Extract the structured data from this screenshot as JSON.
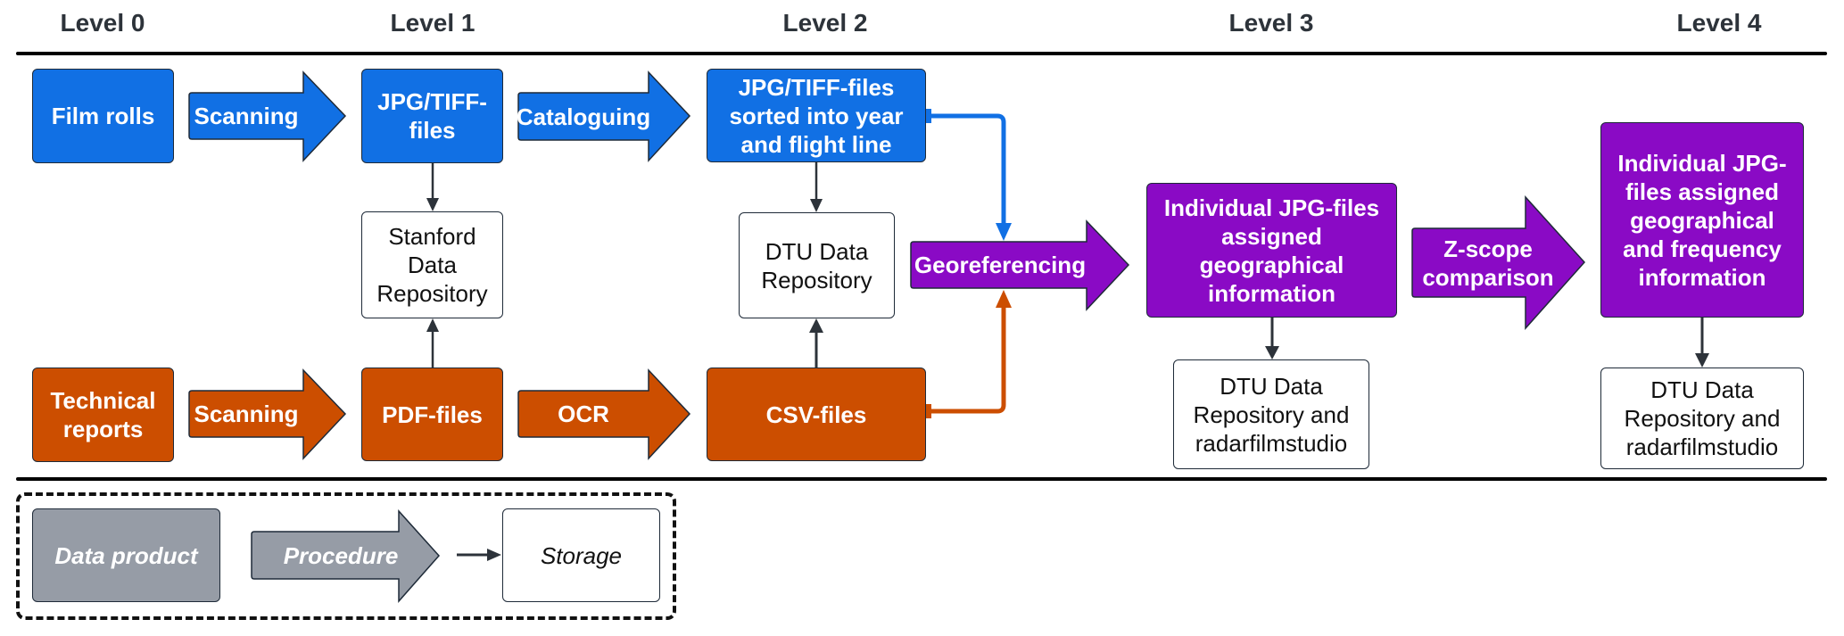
{
  "levels": [
    "Level 0",
    "Level 1",
    "Level 2",
    "Level 3",
    "Level 4"
  ],
  "colors": {
    "image_track": "#1170e4",
    "report_track": "#cc4e00",
    "merged_track": "#8a0ac5",
    "legend_gray": "#969ca6",
    "connector": "#2d333a"
  },
  "image_track": {
    "source": "Film rolls",
    "scan": "Scanning",
    "scanned": "JPG/TIFF-\nfiles",
    "catalogue": "Cataloguing",
    "sorted": "JPG/TIFF-files sorted into year and flight line"
  },
  "report_track": {
    "source": "Technical reports",
    "scan": "Scanning",
    "scanned": "PDF-files",
    "ocr": "OCR",
    "csv": "CSV-files"
  },
  "storage": {
    "stanford": "Stanford Data Repository",
    "dtu_l2": "DTU Data Repository",
    "dtu_l3": "DTU Data Repository and radarfilmstudio",
    "dtu_l4": "DTU Data Repository and radarfilmstudio"
  },
  "merged": {
    "georef": "Georeferencing",
    "level3_product": "Individual JPG-files assigned geographical information",
    "zscope": "Z-scope comparison",
    "level4_product": "Individual JPG-files assigned geographical and frequency information"
  },
  "legend": {
    "data_product": "Data product",
    "procedure": "Procedure",
    "storage": "Storage"
  }
}
